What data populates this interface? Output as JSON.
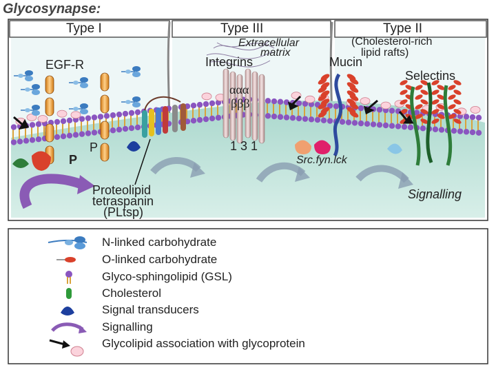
{
  "title": "Glycosynapse:",
  "panels": {
    "type1": "Type I",
    "type3": "Type III",
    "type2": "Type II",
    "type2_sub_line1": "(Cholesterol-rich",
    "type2_sub_line2": "lipid rafts)"
  },
  "labels": {
    "egfr": "EGF-R",
    "extracellular_line1": "Extracellular",
    "extracellular_line2": "matrix",
    "integrins": "Integrins",
    "mucin": "Mucin",
    "selectins": "Selectins",
    "alpha": "ααα",
    "beta": "βββ",
    "p1": "P",
    "p2": "P",
    "num131": "1 3 1",
    "src": "Src.fyn.lck",
    "proteolipid_line1": "Proteolipid",
    "proteolipid_line2": "tetraspanin",
    "proteolipid_line3": "(PLtsp)",
    "signalling": "Signalling"
  },
  "legend": [
    {
      "icon": "n-linked-carbohydrate-icon",
      "text": "N-linked carbohydrate"
    },
    {
      "icon": "o-linked-carbohydrate-icon",
      "text": "O-linked carbohydrate"
    },
    {
      "icon": "glycosphingolipid-icon",
      "text": "Glyco-sphingolipid (GSL)"
    },
    {
      "icon": "cholesterol-icon",
      "text": "Cholesterol"
    },
    {
      "icon": "signal-transducer-icon",
      "text": "Signal transducers"
    },
    {
      "icon": "signalling-arrow-icon",
      "text": "Signalling"
    },
    {
      "icon": "glycolipid-association-icon",
      "text": "Glycolipid association with glycoprotein"
    }
  ],
  "colors": {
    "membrane_head": "#8a55c0",
    "membrane_tail": "#d9a23a",
    "cytoplasm": "#c6e6dc",
    "panel_bg": "#e8f4f4",
    "orange_receptor": "#f0a030",
    "blue_sugar": "#3b7bbf",
    "red_sugar": "#d9412b",
    "green_selectin": "#2e7d3a",
    "signal_blue": "#1d3f9e",
    "signal_arrow": "#8a5bb5"
  }
}
